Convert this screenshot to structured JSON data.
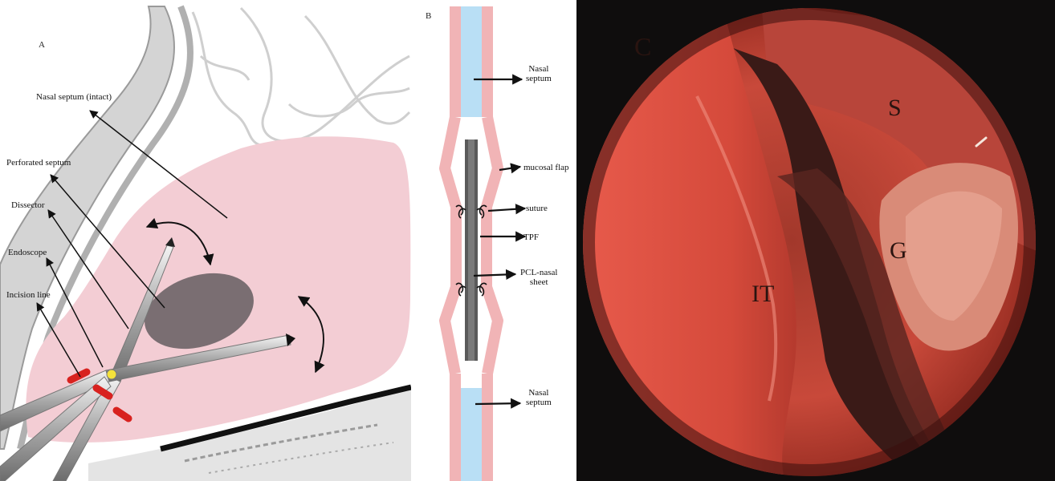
{
  "panel_a": {
    "letter": "A",
    "labels": {
      "nasal_septum_intact": "Nasal septum (intact)",
      "perforated_septum": "Perforated septum",
      "dissector": "Dissector",
      "endoscope": "Endoscope",
      "incision_line": "Incision line"
    },
    "colors": {
      "septum": "#f3cdd4",
      "perforation": "#7a6e72",
      "incision": "#d8221f",
      "bone": "#d6d6d6"
    }
  },
  "panel_b": {
    "letter": "B",
    "labels": {
      "nasal_septum_top": [
        "Nasal",
        "septum"
      ],
      "mucosal_flap": "mucosal flap",
      "suture": "suture",
      "tpf": "TPF",
      "pcl_sheet": [
        "PCL-nasal",
        "sheet"
      ],
      "nasal_septum_bottom": [
        "Nasal",
        "septum"
      ]
    },
    "colors": {
      "mucosa": "#f1b4b6",
      "cartilage": "#b9dff5",
      "graft": "#5a5a5a"
    }
  },
  "panel_c": {
    "letter": "C",
    "labels": {
      "s": "S",
      "g": "G",
      "it": "IT"
    }
  }
}
